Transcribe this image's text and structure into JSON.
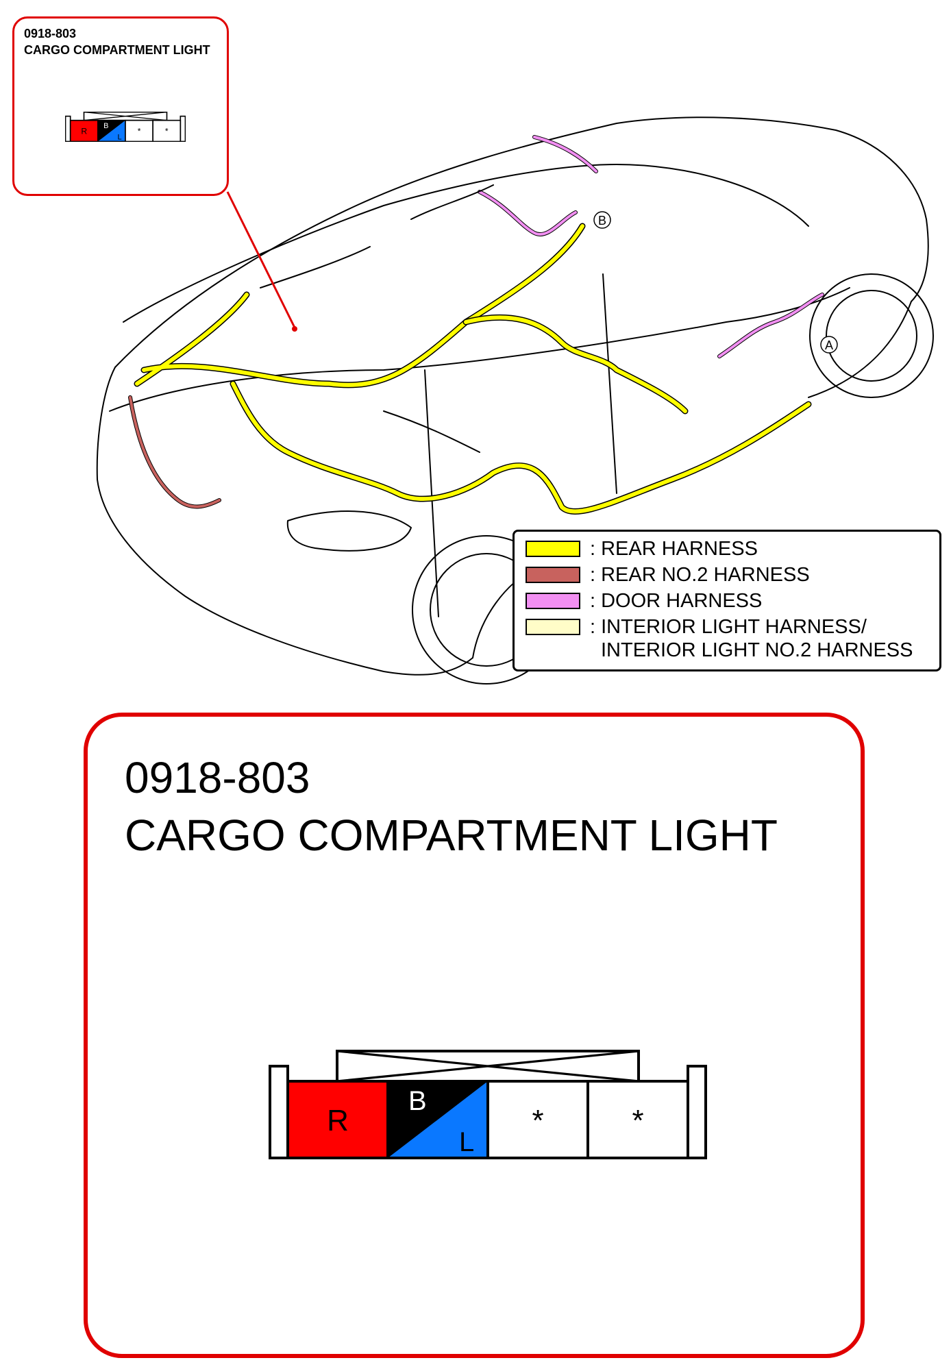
{
  "connector": {
    "code": "0918-803",
    "name": "CARGO COMPARTMENT LIGHT",
    "pins": [
      {
        "label": "R",
        "color": "#ff0000"
      },
      {
        "label_top": "B",
        "label_bottom": "L",
        "color_top": "#000000",
        "color_bottom": "#0a78ff"
      },
      {
        "label": "*",
        "color": "#ffffff"
      },
      {
        "label": "*",
        "color": "#ffffff"
      }
    ]
  },
  "markers": {
    "a": "A",
    "b": "B"
  },
  "legend": {
    "items": [
      {
        "label": ": REAR HARNESS",
        "color": "#ffff00"
      },
      {
        "label": ": REAR NO.2 HARNESS",
        "color": "#c8625e"
      },
      {
        "label": ": DOOR HARNESS",
        "color": "#f28ff2"
      },
      {
        "label": ": INTERIOR LIGHT HARNESS/",
        "color": "#fffdc8"
      }
    ],
    "continuation": "INTERIOR LIGHT NO.2 HARNESS"
  }
}
